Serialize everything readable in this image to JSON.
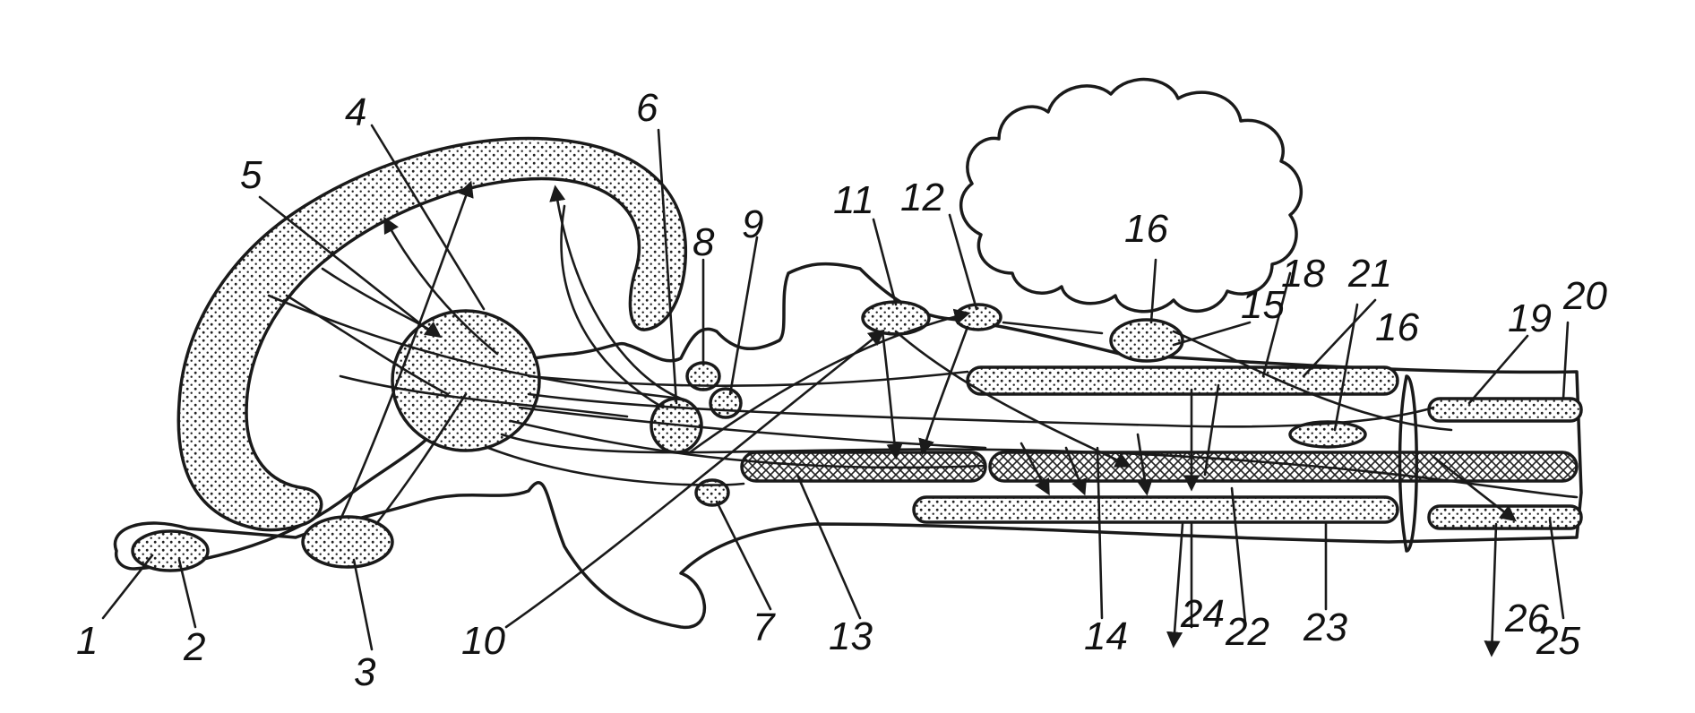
{
  "labels": [
    "1",
    "2",
    "3",
    "4",
    "5",
    "6",
    "7",
    "8",
    "9",
    "10",
    "11",
    "12",
    "13",
    "14",
    "15",
    "16",
    "16",
    "18",
    "19",
    "20",
    "21",
    "22",
    "23",
    "24",
    "25",
    "26"
  ],
  "colors": {
    "ink": "#1a1a1a",
    "background": "#ffffff"
  }
}
